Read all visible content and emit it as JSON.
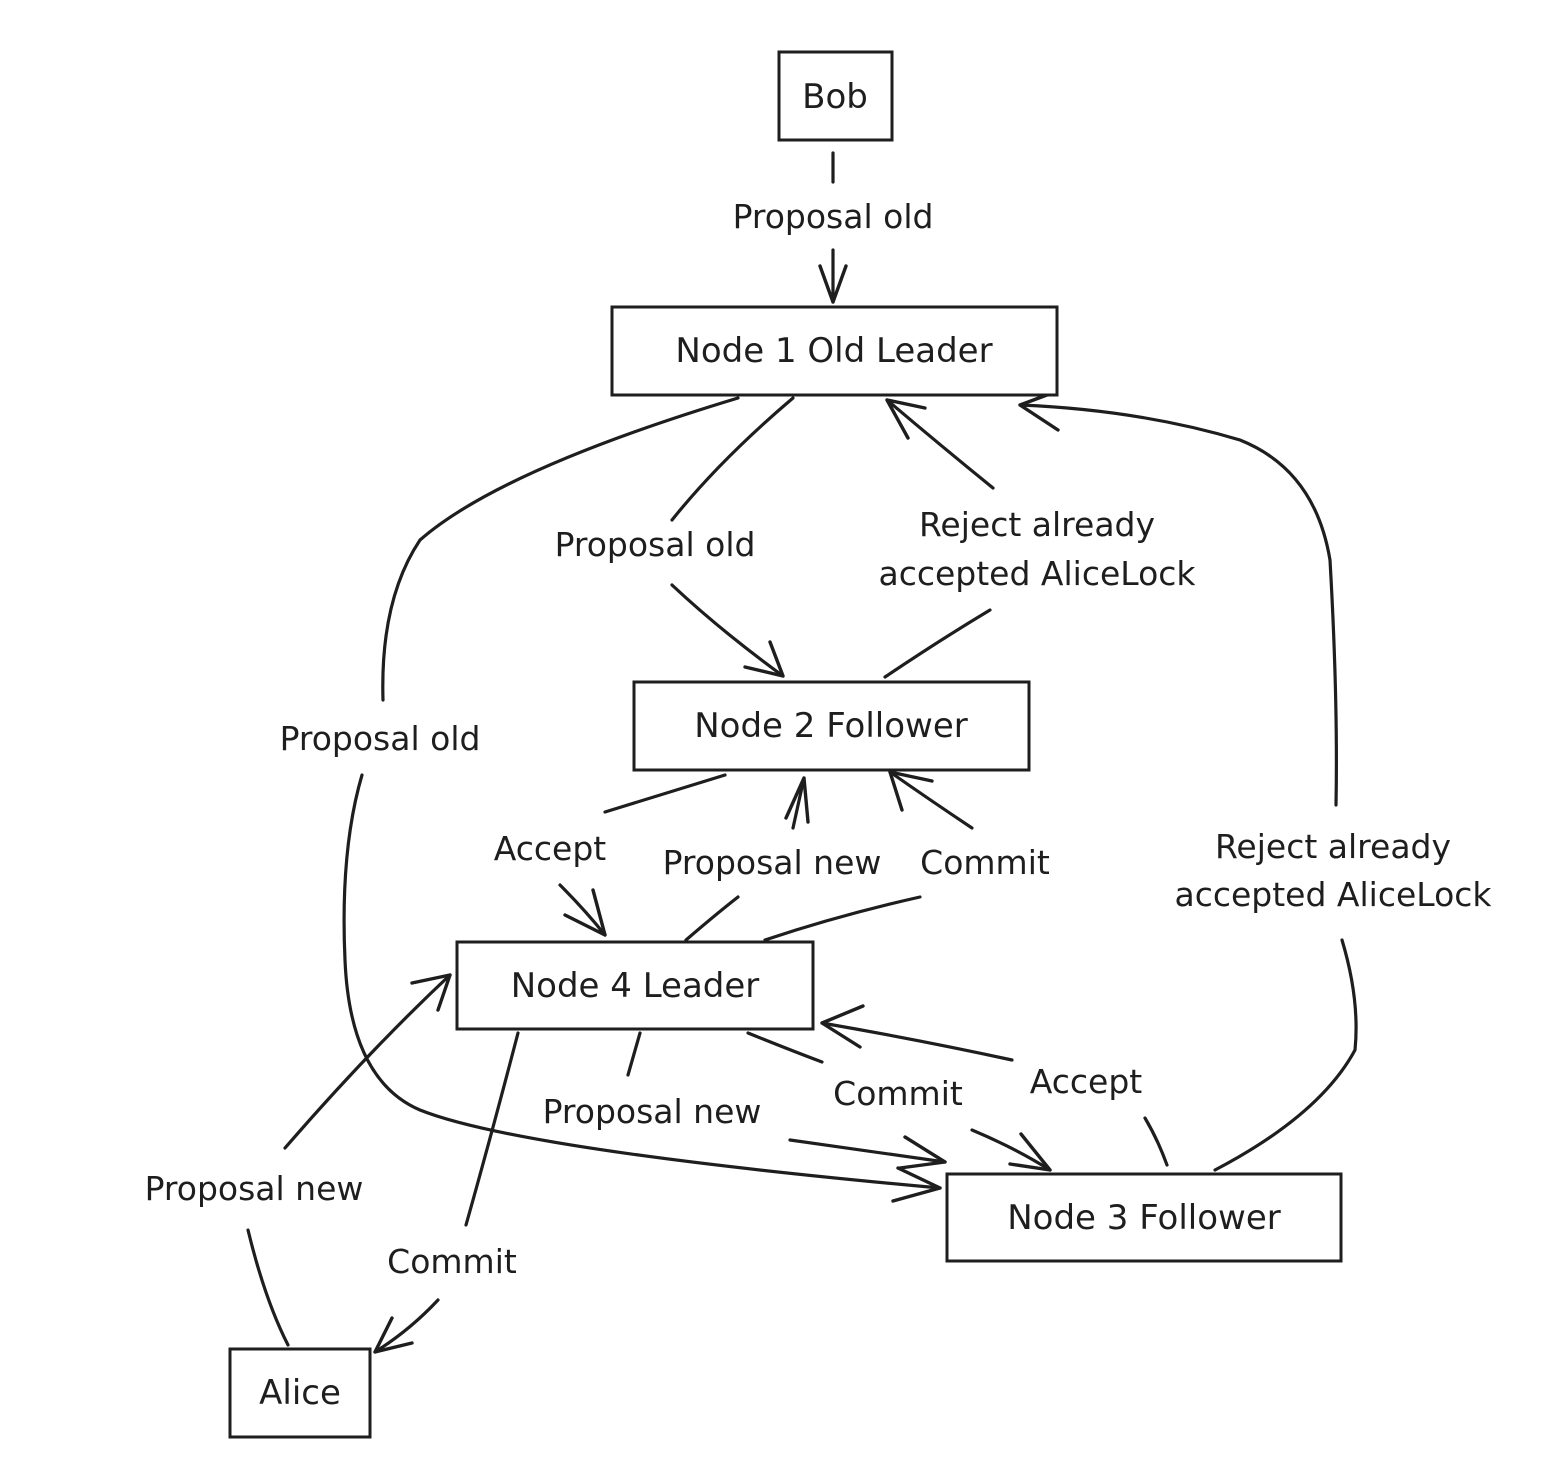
{
  "diagram": {
    "nodes": {
      "bob": "Bob",
      "node1": "Node 1 Old Leader",
      "node2": "Node 2 Follower",
      "node4": "Node 4 Leader",
      "node3": "Node 3 Follower",
      "alice": "Alice"
    },
    "edges": [
      {
        "id": "bob-n1",
        "from": "Bob",
        "to": "Node 1 Old Leader",
        "label": "Proposal old"
      },
      {
        "id": "n1-n2",
        "from": "Node 1 Old Leader",
        "to": "Node 2 Follower",
        "label": "Proposal old"
      },
      {
        "id": "n2-n1",
        "from": "Node 2 Follower",
        "to": "Node 1 Old Leader",
        "label_line1": "Reject already",
        "label_line2": "accepted AliceLock"
      },
      {
        "id": "n1-n3",
        "from": "Node 1 Old Leader",
        "to": "Node 3 Follower",
        "label": "Proposal old"
      },
      {
        "id": "n3-n1",
        "from": "Node 3 Follower",
        "to": "Node 1 Old Leader",
        "label_line1": "Reject already",
        "label_line2": "accepted AliceLock"
      },
      {
        "id": "n2-n4",
        "from": "Node 2 Follower",
        "to": "Node 4 Leader",
        "label": "Accept"
      },
      {
        "id": "n4-n2-prop",
        "from": "Node 4 Leader",
        "to": "Node 2 Follower",
        "label": "Proposal new"
      },
      {
        "id": "n4-n2-commit",
        "from": "Node 4 Leader",
        "to": "Node 2 Follower",
        "label": "Commit"
      },
      {
        "id": "n4-n3-prop",
        "from": "Node 4 Leader",
        "to": "Node 3 Follower",
        "label": "Proposal new"
      },
      {
        "id": "n4-n3-commit",
        "from": "Node 4 Leader",
        "to": "Node 3 Follower",
        "label": "Commit"
      },
      {
        "id": "n3-n4",
        "from": "Node 3 Follower",
        "to": "Node 4 Leader",
        "label": "Accept"
      },
      {
        "id": "alice-n4",
        "from": "Alice",
        "to": "Node 4 Leader",
        "label": "Proposal new"
      },
      {
        "id": "n4-alice",
        "from": "Node 4 Leader",
        "to": "Alice",
        "label": "Commit"
      }
    ]
  }
}
